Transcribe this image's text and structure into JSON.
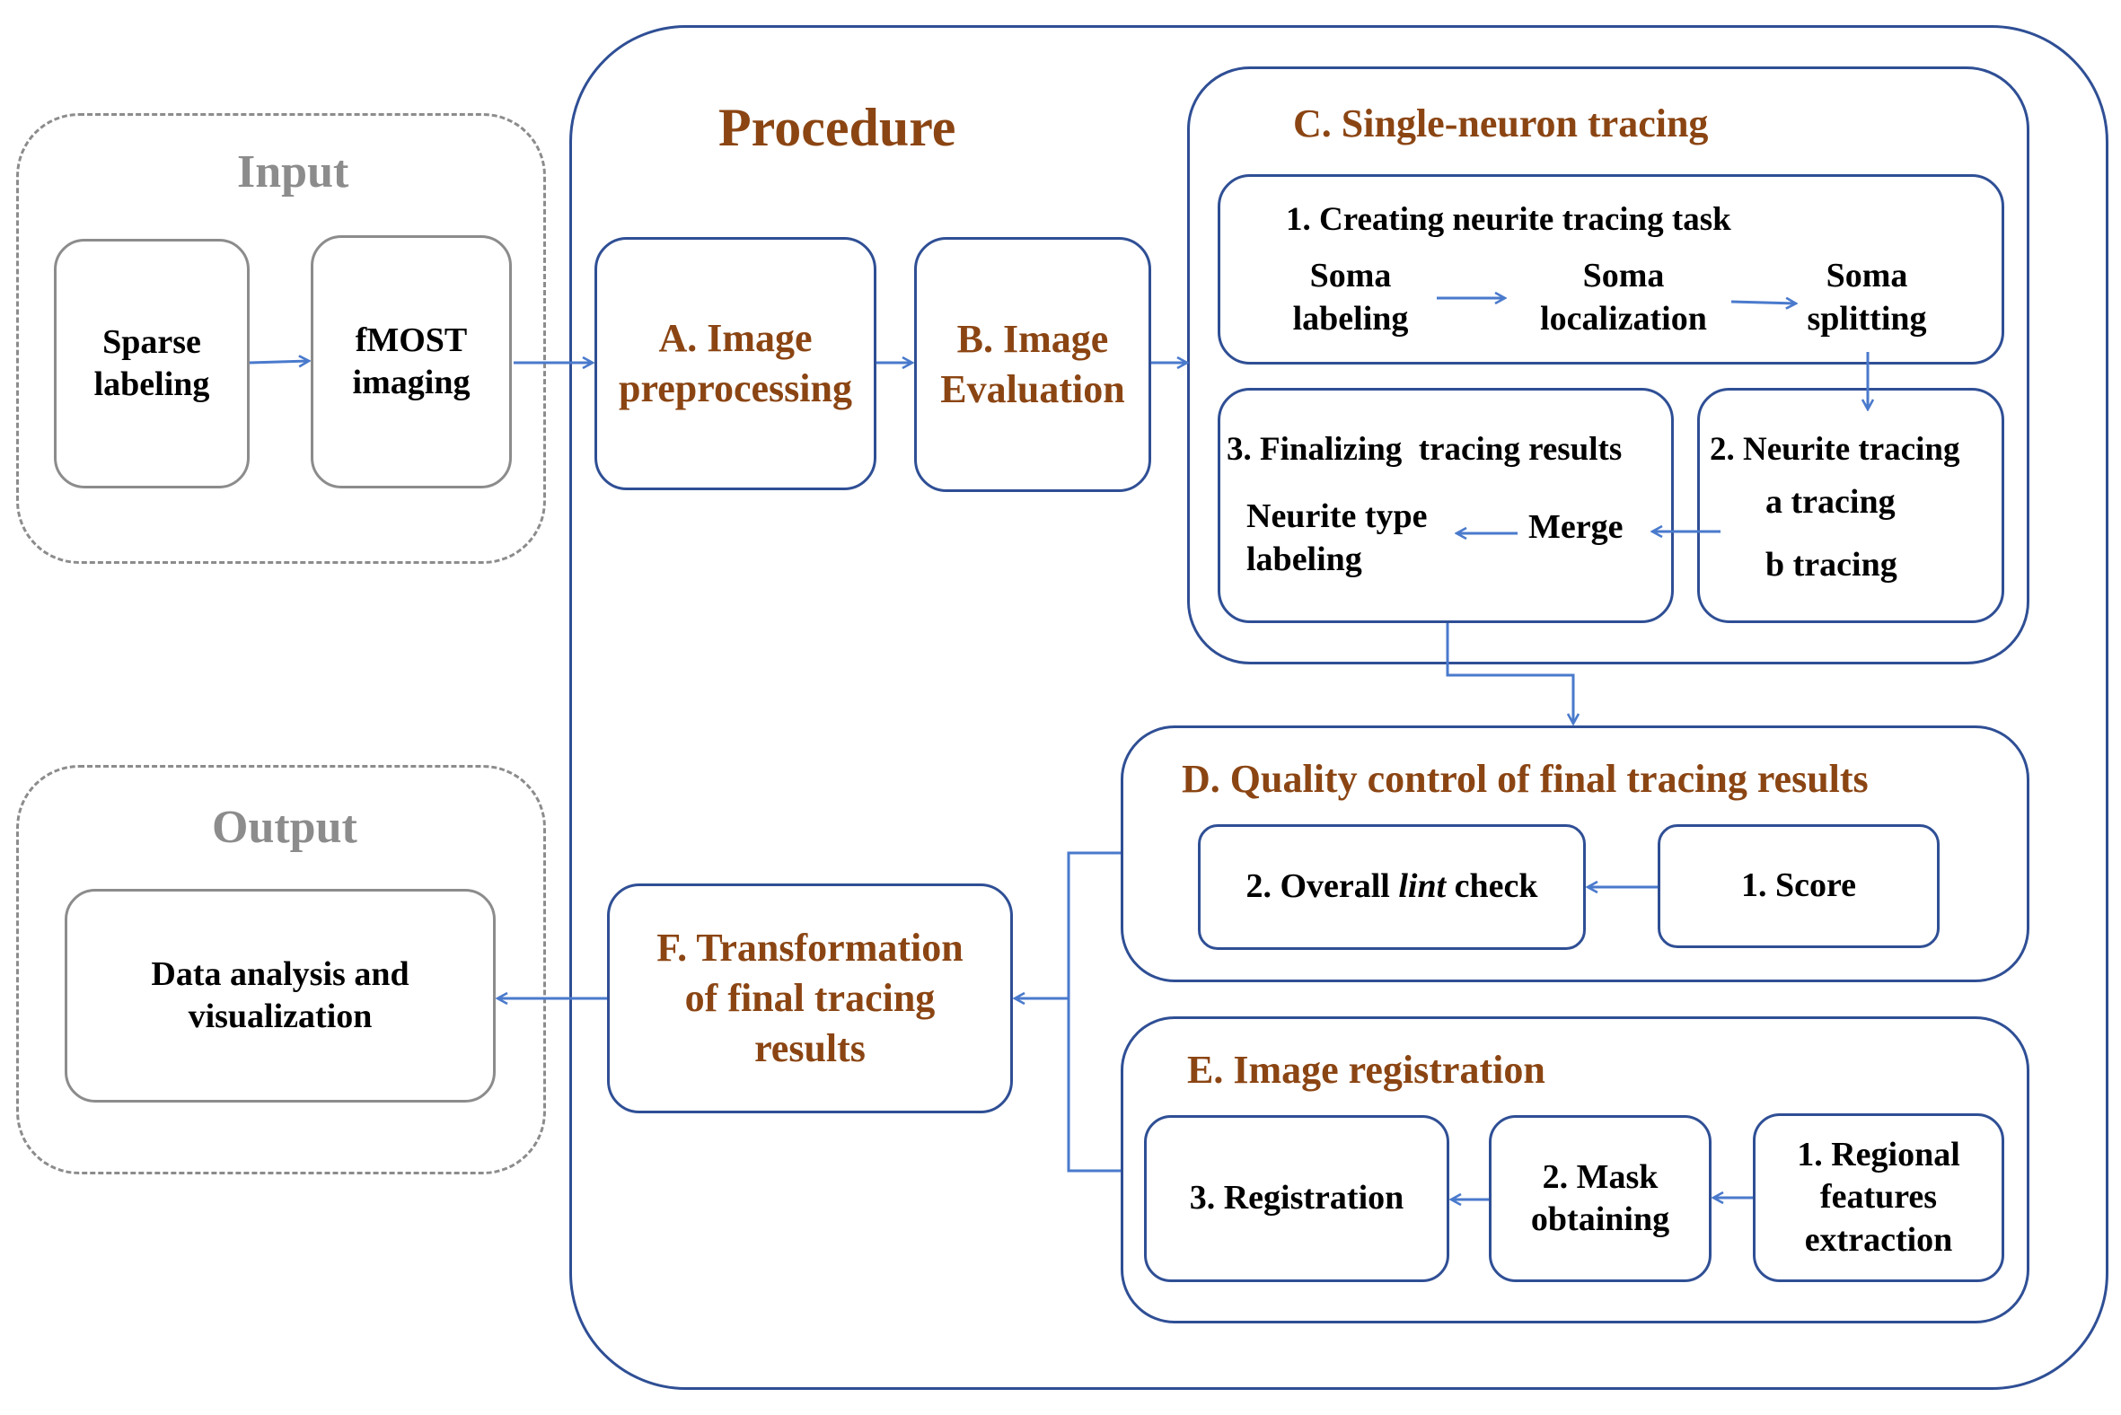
{
  "input": {
    "title": "Input",
    "sparse": "Sparse\nlabeling",
    "fmost": "fMOST\nimaging"
  },
  "output": {
    "title": "Output",
    "analysis": "Data analysis and\nvisualization"
  },
  "procedure": {
    "title": "Procedure",
    "a": "A. Image\npreprocessing",
    "b": "B. Image\nEvaluation",
    "f": "F. Transformation\nof final tracing\nresults"
  },
  "c": {
    "title": "C. Single-neuron tracing",
    "task_title": "1. Creating neurite tracing task",
    "soma_labeling": "Soma\nlabeling",
    "soma_localization": "Soma\nlocalization",
    "soma_splitting": "Soma\nsplitting",
    "final_title": "3. Finalizing  tracing results",
    "neurite_type": "Neurite type\nlabeling",
    "merge": "Merge",
    "neurite_tracing": "2. Neurite tracing",
    "a_tracing": "a tracing",
    "b_tracing": "b tracing"
  },
  "d": {
    "title": "D. Quality control  of final tracing results",
    "lint_pre": "2. Overall ",
    "lint_word": "lint",
    "lint_post": " check",
    "score": "1. Score"
  },
  "e": {
    "title": "E. Image registration",
    "registration": "3. Registration",
    "mask": "2. Mask\nobtaining",
    "regional": "1. Regional\nfeatures\nextraction"
  },
  "colors": {
    "accent": "#8b4513",
    "blue": "#2f4f95",
    "arrow": "#4a7acc",
    "gray": "#8c8c8c"
  }
}
